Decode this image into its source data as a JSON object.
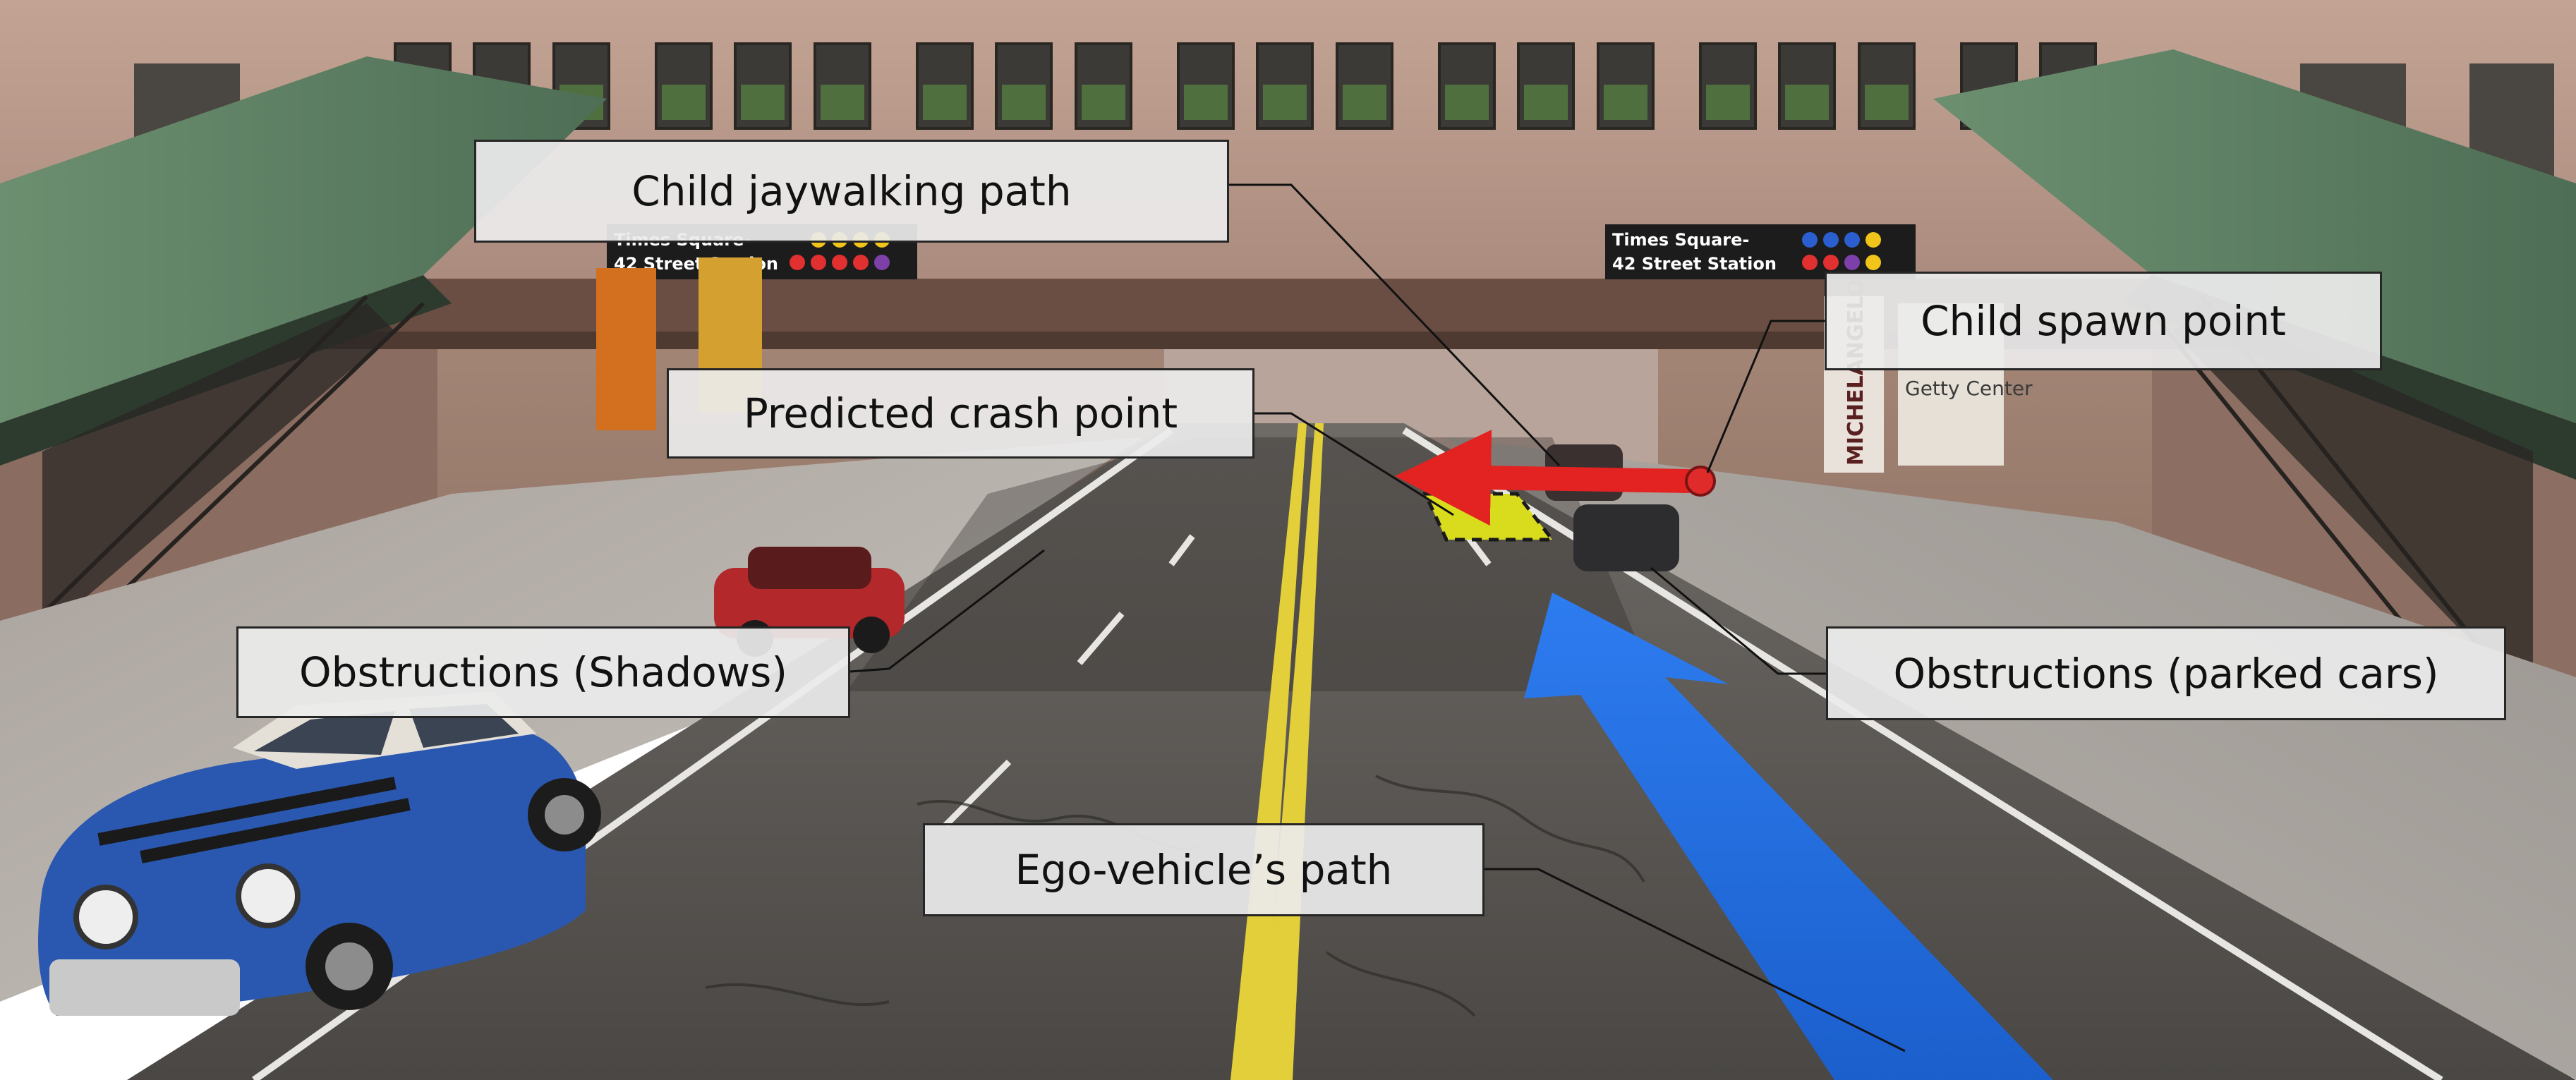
{
  "callouts": {
    "child_jaywalking_path": "Child jaywalking path",
    "child_spawn_point": "Child spawn point",
    "predicted_crash_point": "Predicted crash point",
    "obstructions_shadows": "Obstructions (Shadows)",
    "obstructions_parked_cars": "Obstructions (parked cars)",
    "ego_vehicle_path": "Ego-vehicle’s path"
  },
  "signs": {
    "station_left_line1": "Times Square-",
    "station_left_line2": "42 Street Station",
    "station_right_line1": "Times Square-",
    "station_right_line2": "42 Street Station",
    "banner_michelangelo": "MICHELANGELO",
    "banner_getty": "Getty Center"
  },
  "colors": {
    "ego_path_arrow": "#1f6fe0",
    "jaywalk_arrow": "#e32222",
    "spawn_point": "#e02b2b",
    "crash_zone": "#d8dc1c",
    "road_asphalt": "#4f4d4a",
    "building_brick": "#9c7d6c",
    "canopy_green": "#4f7358",
    "blue_car": "#2a58b0",
    "red_car": "#b2282b"
  }
}
